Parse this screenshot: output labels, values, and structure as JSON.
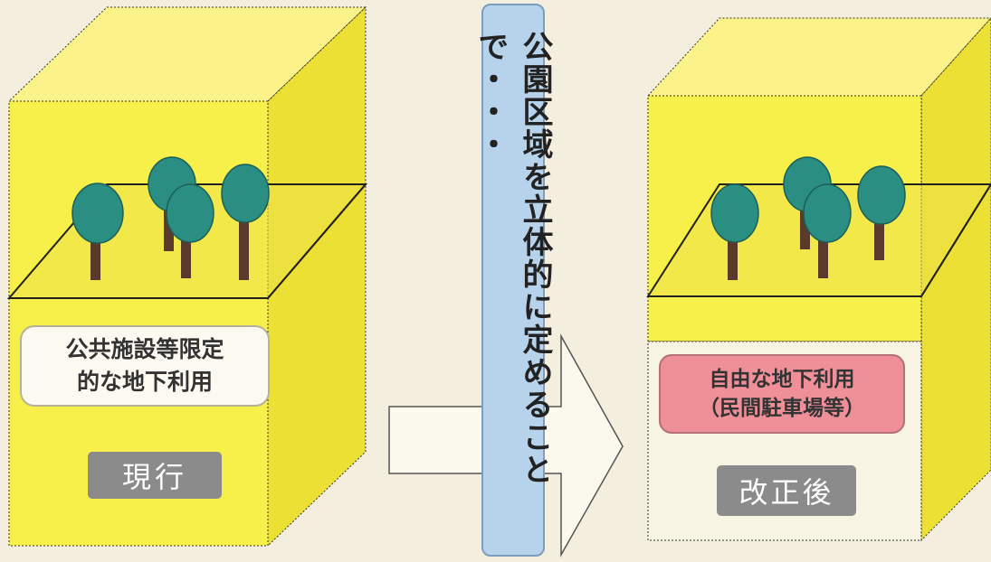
{
  "current": {
    "description_line1": "公共施設等限定",
    "description_line2": "的な地下利用",
    "tag": "現行"
  },
  "revised": {
    "description_line1": "自由な地下利用",
    "description_line2": "（民間駐車場等）",
    "tag": "改正後"
  },
  "center": {
    "text": "公園区域を立体的に定めることで・・・"
  },
  "colors": {
    "box_yellow": "#f7ef4a",
    "tree_teal": "#2a8e82",
    "trunk_brown": "#5a3a2a",
    "desc_pink": "#ef8f98",
    "tag_gray": "#8b8b8b",
    "banner_blue": "#b7d3ec"
  }
}
